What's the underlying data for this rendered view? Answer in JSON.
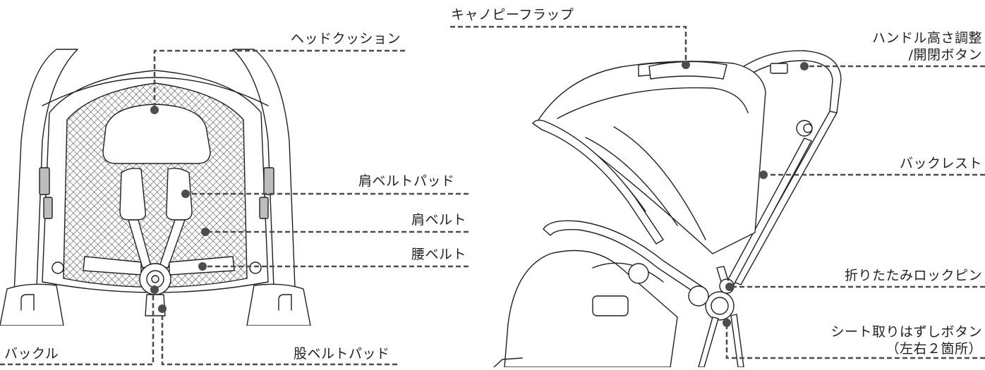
{
  "labels": {
    "head_cushion": "ヘッドクッション",
    "shoulder_belt_pad": "肩ベルトパッド",
    "shoulder_belt": "肩ベルト",
    "waist_belt": "腰ベルト",
    "buckle": "バックル",
    "crotch_belt_pad": "股ベルトパッド",
    "canopy_flap": "キャノピーフラップ",
    "handle_button_line1": "ハンドル高さ調整",
    "handle_button_line2": "/開閉ボタン",
    "backrest": "バックレスト",
    "folding_lock_pin": "折りたたみロックピン",
    "seat_release_line1": "シート取りはずしボタン",
    "seat_release_line2": "（左右２箇所）"
  },
  "colors": {
    "ink": "#231f20",
    "leader": "#4d4d4f",
    "background": "#ffffff"
  }
}
